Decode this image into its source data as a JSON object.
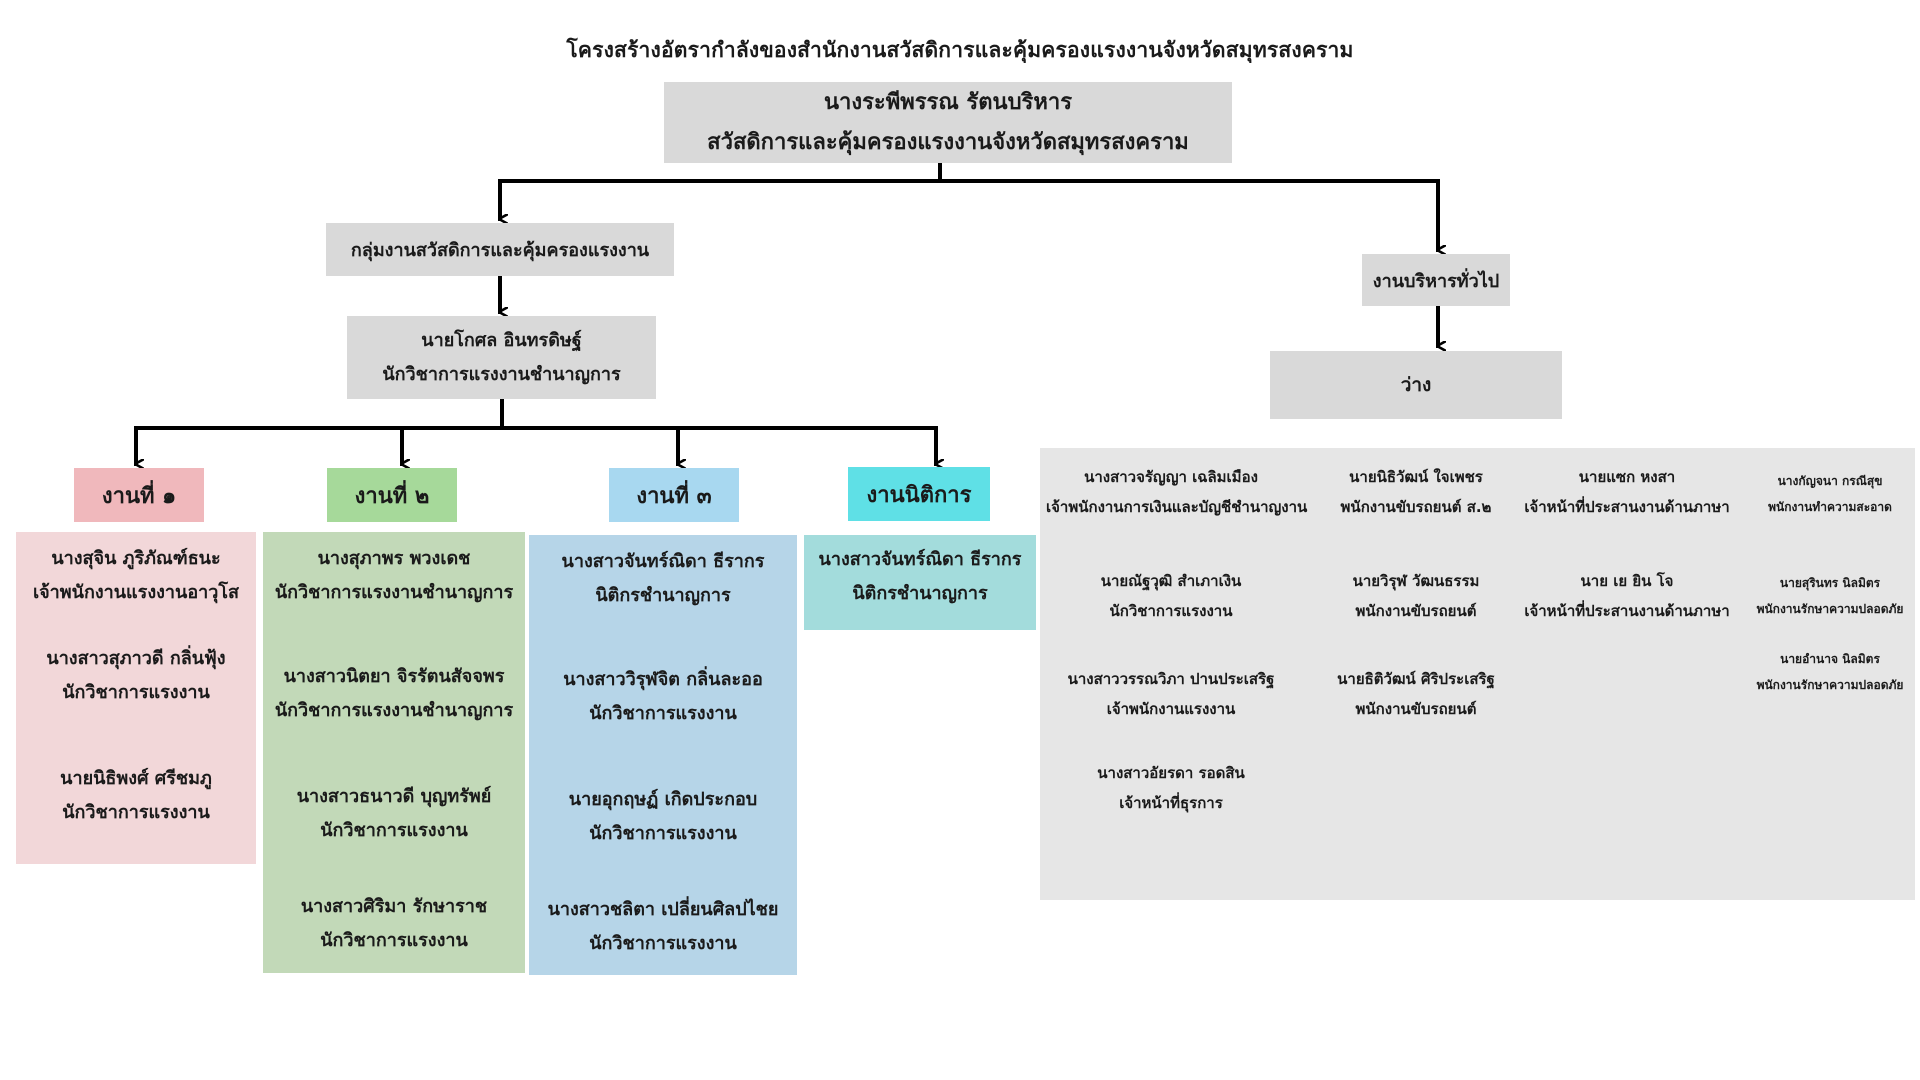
{
  "title": "โครงสร้างอัตรากำลังของสำนักงานสวัสดิการและคุ้มครองแรงงานจังหวัดสมุทรสงคราม",
  "head": {
    "name": "นางระพีพรรณ  รัตนบริหาร",
    "position": "สวัสดิการและคุ้มครองแรงงานจังหวัดสมุทรสงคราม"
  },
  "welfare_group": {
    "label": "กลุ่มงานสวัสดิการและคุ้มครองแรงงาน",
    "leader_name": "นายโกศล  อินทรดิษฐ์",
    "leader_position": "นักวิชาการแรงงานชำนาญการ"
  },
  "admin": {
    "label": "งานบริหารทั่วไป",
    "vacant": "ว่าง"
  },
  "units": [
    {
      "label": "งานที่ ๑",
      "tag_color": "#f0b8bc",
      "panel_color": "#f2d7d9",
      "members": [
        {
          "name": "นางสุจิน  ภูริภัณฑ์ธนะ",
          "position": "เจ้าพนักงานแรงงานอาวุโส"
        },
        {
          "name": "นางสาวสุภาวดี  กลิ่นฟุ้ง",
          "position": "นักวิชาการแรงงาน"
        },
        {
          "name": "นายนิธิพงศ์  ศรีชมภู",
          "position": "นักวิชาการแรงงาน"
        }
      ]
    },
    {
      "label": "งานที่ ๒",
      "tag_color": "#a6d99a",
      "panel_color": "#c2d9b8",
      "members": [
        {
          "name": "นางสุภาพร  พวงเดช",
          "position": "นักวิชาการแรงงานชำนาญการ"
        },
        {
          "name": "นางสาวนิตยา  จิรรัตนสัจจพร",
          "position": "นักวิชาการแรงงานชำนาญการ"
        },
        {
          "name": "นางสาวธนาวดี  บุญทรัพย์",
          "position": "นักวิชาการแรงงาน"
        },
        {
          "name": "นางสาวศิริมา  รักษาราช",
          "position": "นักวิชาการแรงงาน"
        }
      ]
    },
    {
      "label": "งานที่ ๓",
      "tag_color": "#a8d8f0",
      "panel_color": "#b6d5e8",
      "members": [
        {
          "name": "นางสาวจันทร์ณิดา  ธีรากร",
          "position": "นิติกรชำนาญการ"
        },
        {
          "name": "นางสาววิรุฬจิต  กลิ่นละออ",
          "position": "นักวิชาการแรงงาน"
        },
        {
          "name": "นายอุกฤษฏ์  เกิดประกอบ",
          "position": "นักวิชาการแรงงาน"
        },
        {
          "name": "นางสาวชลิตา  เปลี่ยนศิลปไชย",
          "position": "นักวิชาการแรงงาน"
        }
      ]
    },
    {
      "label": "งานนิติการ",
      "tag_color": "#5fe0e6",
      "panel_color": "#a3dcdc",
      "members": [
        {
          "name": "นางสาวจันทร์ณิดา  ธีรากร",
          "position": "นิติกรชำนาญการ"
        }
      ]
    }
  ],
  "general_staff": {
    "columns": [
      [
        {
          "name": "นางสาวจรัญญา  เฉลิมเมือง",
          "position": "เจ้าพนักงานการเงินและบัญชีชำนาญงาน"
        },
        {
          "name": "นายณัฐวุฒิ  สำเภาเงิน",
          "position": "นักวิชาการแรงงาน"
        },
        {
          "name": "นางสาววรรณวิภา  ปานประเสริฐ",
          "position": "เจ้าพนักงานแรงงาน"
        },
        {
          "name": "นางสาวอัยรดา  รอดสิน",
          "position": "เจ้าหน้าที่ธุรการ"
        }
      ],
      [
        {
          "name": "นายนิธิวัฒน์  ใจเพชร",
          "position": "พนักงานขับรถยนต์ ส.๒"
        },
        {
          "name": "นายวิรุฬ  วัฒนธรรม",
          "position": "พนักงานขับรถยนต์"
        },
        {
          "name": "นายธิติวัฒน์  ศิริประเสริฐ",
          "position": "พนักงานขับรถยนต์"
        }
      ],
      [
        {
          "name": "นายแซก  หงสา",
          "position": "เจ้าหน้าที่ประสานงานด้านภาษา"
        },
        {
          "name": "นาย เย ยิน โจ",
          "position": "เจ้าหน้าที่ประสานงานด้านภาษา"
        }
      ],
      [
        {
          "name": "นางกัญจนา  กรณีสุข",
          "position": "พนักงานทำความสะอาด"
        },
        {
          "name": "นายสุรินทร  นิลมิตร",
          "position": "พนักงานรักษาความปลอดภัย"
        },
        {
          "name": "นายอำนาจ  นิลมิตร",
          "position": "พนักงานรักษาความปลอดภัย"
        }
      ]
    ]
  }
}
